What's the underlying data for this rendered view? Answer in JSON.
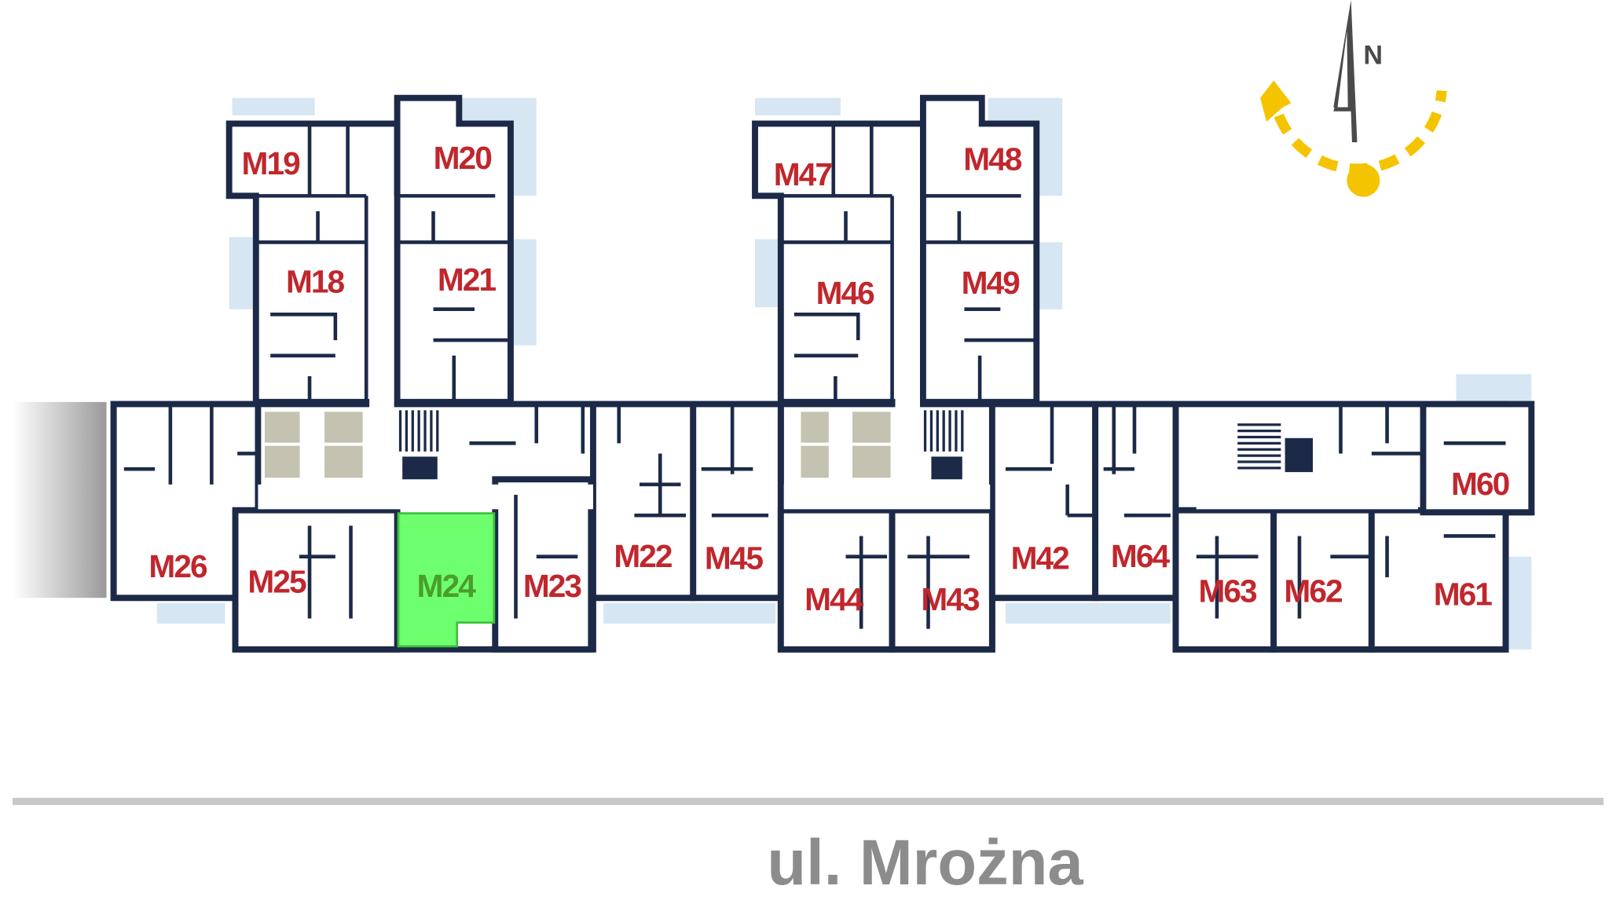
{
  "plan": {
    "street_name": "ul. Mrożna",
    "north_label": "N",
    "colors": {
      "wall": "#1c2a48",
      "label": "#c0272d",
      "highlight": "#66ff66",
      "balcony": "#d6e6f3",
      "sun": "#f5c400"
    },
    "units": [
      {
        "label": "M19",
        "highlighted": false
      },
      {
        "label": "M20",
        "highlighted": false
      },
      {
        "label": "M18",
        "highlighted": false
      },
      {
        "label": "M21",
        "highlighted": false
      },
      {
        "label": "M47",
        "highlighted": false
      },
      {
        "label": "M48",
        "highlighted": false
      },
      {
        "label": "M46",
        "highlighted": false
      },
      {
        "label": "M49",
        "highlighted": false
      },
      {
        "label": "M26",
        "highlighted": false
      },
      {
        "label": "M25",
        "highlighted": false
      },
      {
        "label": "M24",
        "highlighted": true
      },
      {
        "label": "M23",
        "highlighted": false
      },
      {
        "label": "M22",
        "highlighted": false
      },
      {
        "label": "M45",
        "highlighted": false
      },
      {
        "label": "M44",
        "highlighted": false
      },
      {
        "label": "M43",
        "highlighted": false
      },
      {
        "label": "M42",
        "highlighted": false
      },
      {
        "label": "M64",
        "highlighted": false
      },
      {
        "label": "M63",
        "highlighted": false
      },
      {
        "label": "M62",
        "highlighted": false
      },
      {
        "label": "M61",
        "highlighted": false
      },
      {
        "label": "M60",
        "highlighted": false
      }
    ]
  }
}
